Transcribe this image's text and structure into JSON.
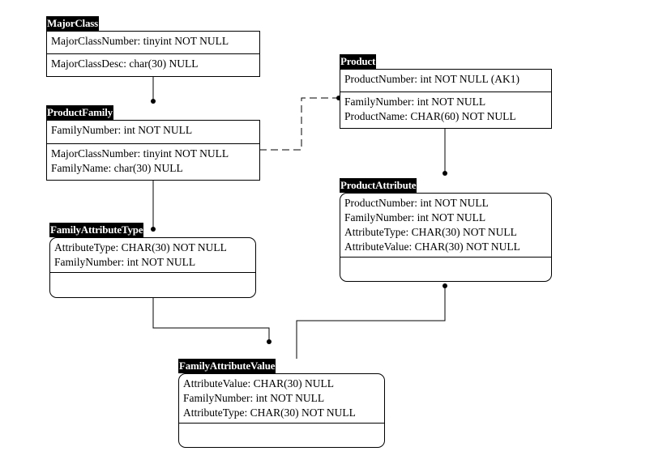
{
  "entities": {
    "major_class": {
      "title": "MajorClass",
      "key": [
        "MajorClassNumber: tinyint NOT NULL"
      ],
      "attributes": [
        "MajorClassDesc: char(30) NULL"
      ]
    },
    "product_family": {
      "title": "ProductFamily",
      "key": [
        "FamilyNumber: int NOT NULL"
      ],
      "attributes": [
        "MajorClassNumber: tinyint NOT NULL",
        "FamilyName: char(30) NULL"
      ]
    },
    "product": {
      "title": "Product",
      "key": [
        "ProductNumber: int NOT NULL  (AK1)"
      ],
      "attributes": [
        "FamilyNumber: int NOT NULL",
        "ProductName:  CHAR(60) NOT NULL"
      ]
    },
    "family_attribute_type": {
      "title": "FamilyAttributeType",
      "key": [
        "AttributeType: CHAR(30) NOT NULL",
        "FamilyNumber: int NOT NULL"
      ],
      "attributes": []
    },
    "product_attribute": {
      "title": "ProductAttribute",
      "key": [
        "ProductNumber: int NOT NULL",
        "FamilyNumber: int NOT NULL",
        "AttributeType: CHAR(30) NOT NULL",
        "AttributeValue: CHAR(30) NOT NULL"
      ],
      "attributes": []
    },
    "family_attribute_value": {
      "title": "FamilyAttributeValue",
      "key": [
        "AttributeValue: CHAR(30) NULL",
        "FamilyNumber: int NOT NULL",
        "AttributeType:  CHAR(30) NOT NULL"
      ],
      "attributes": []
    }
  },
  "relationships": [
    {
      "from": "major_class",
      "to": "product_family",
      "style": "solid"
    },
    {
      "from": "product_family",
      "to": "product",
      "style": "dashed"
    },
    {
      "from": "product_family",
      "to": "family_attribute_type",
      "style": "solid"
    },
    {
      "from": "product",
      "to": "product_attribute",
      "style": "solid"
    },
    {
      "from": "family_attribute_type",
      "to": "family_attribute_value",
      "style": "solid"
    },
    {
      "from": "family_attribute_value",
      "to": "product_attribute",
      "style": "solid"
    }
  ],
  "colors": {
    "line": "#000000",
    "title_bg": "#000000",
    "title_text": "#ffffff",
    "background": "#ffffff"
  }
}
